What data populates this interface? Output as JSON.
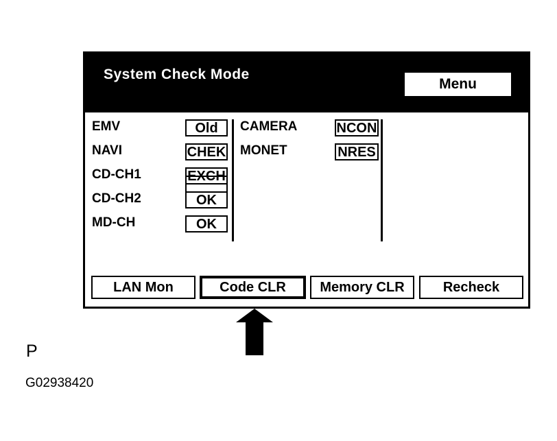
{
  "screen": {
    "title": "System Check Mode",
    "menu_label": "Menu"
  },
  "left_column": [
    {
      "label": "EMV",
      "status": "Old"
    },
    {
      "label": "NAVI",
      "status": "CHEK"
    },
    {
      "label": "CD-CH1",
      "status": "EXCH"
    },
    {
      "label": "CD-CH2",
      "status": "OK"
    },
    {
      "label": "MD-CH",
      "status": "OK"
    }
  ],
  "right_column": [
    {
      "label": "CAMERA",
      "status": "NCON"
    },
    {
      "label": "MONET",
      "status": "NRES"
    }
  ],
  "buttons": {
    "lan_mon": "LAN Mon",
    "code_clr": "Code CLR",
    "memory_clr": "Memory CLR",
    "recheck": "Recheck"
  },
  "annotation": {
    "letter": "P",
    "figure_id": "G02938420",
    "arrow_target": "Code CLR"
  }
}
